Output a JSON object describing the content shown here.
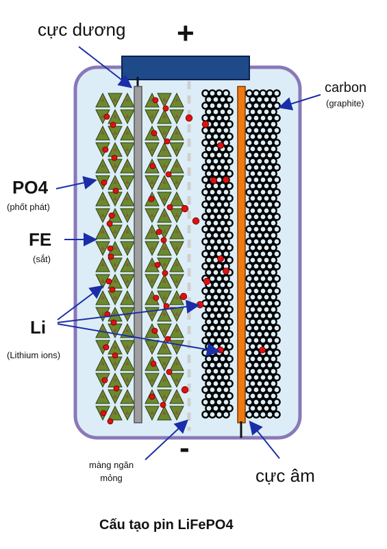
{
  "labels": {
    "positive_electrode": "cực dương",
    "negative_electrode": "cực âm",
    "plus_sign": "+",
    "minus_sign": "-",
    "carbon": "carbon",
    "carbon_sub": "(graphite)",
    "po4": "PO4",
    "po4_sub": "(phốt phát)",
    "fe": "FE",
    "fe_sub": "(sắt)",
    "li": "Li",
    "li_sub": "(Lithium ions)",
    "separator": "màng ngăn\nmỏng",
    "caption": "Cấu tạo pin LiFePO4"
  },
  "colors": {
    "casing_border": "#8a78b8",
    "electrolyte": "#dcedf7",
    "terminal": "#1f4a8a",
    "cathode_collector": "#9e9e9e",
    "anode_collector": "#f07a12",
    "lithium_ion": "#e01010",
    "po4_triangle": "#6b8a2e",
    "fe_triangle": "#8a5a3a",
    "graphite_atom": "#000000",
    "separator": "#cfcfcf",
    "arrow": "#1a2ea8"
  },
  "icons": {
    "arrow": "arrow-icon",
    "lithium_ion": "lithium-ion-icon",
    "graphite_atom": "graphite-atom-icon"
  }
}
